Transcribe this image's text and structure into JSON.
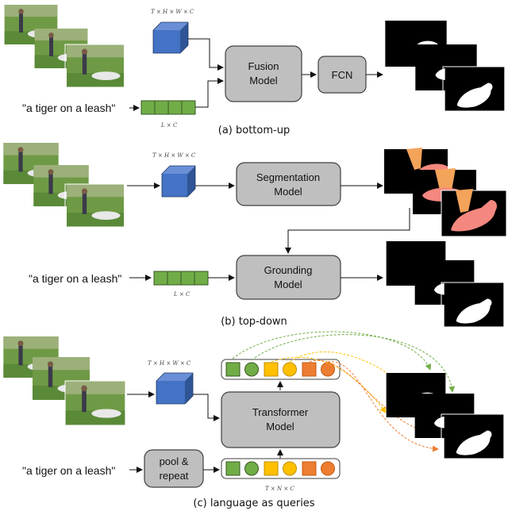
{
  "sections": [
    {
      "caption": "(a) bottom-up",
      "query": "\"a tiger on a leash\"",
      "video_dims": "T × H × W × C",
      "text_dims": "L × C",
      "boxes": [
        "Fusion\nModel",
        "FCN"
      ]
    },
    {
      "caption": "(b) top-down",
      "query": "\"a tiger on a leash\"",
      "video_dims": "T × H × W × C",
      "text_dims": "L × C",
      "boxes": [
        "Segmentation\nModel",
        "Grounding\nModel"
      ]
    },
    {
      "caption": "(c) language as queries",
      "query": "\"a tiger on a leash\"",
      "video_dims": "T × H × W × C",
      "query_dims": "T × N × C",
      "boxes": [
        "Transformer\nModel",
        "pool &\nrepeat"
      ]
    }
  ],
  "colors": {
    "video_cube": "#4472c4",
    "text_feature": "#70ad47",
    "box_fill": "#bfbfbf",
    "query_green": "#70ad47",
    "query_yellow": "#ffc000",
    "query_orange": "#ed7d31",
    "instance_salmon": "#f4877f",
    "instance_orange": "#f4a35a"
  }
}
